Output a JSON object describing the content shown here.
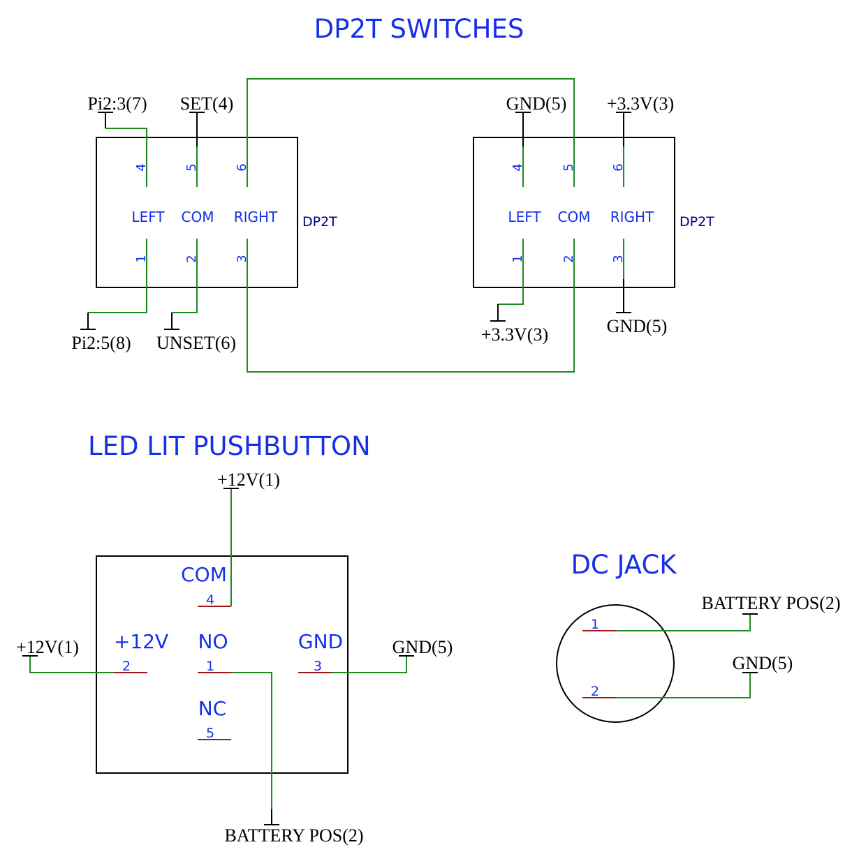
{
  "titles": {
    "dp2t": "DP2T SWITCHES",
    "pushbutton": "LED LIT PUSHBUTTON",
    "dcjack": "DC JACK"
  },
  "dp2t_left": {
    "part_label": "DP2T",
    "pin_labels": {
      "left": "LEFT",
      "com": "COM",
      "right": "RIGHT"
    },
    "pins_top": [
      "4",
      "5",
      "6"
    ],
    "pins_bottom": [
      "1",
      "2",
      "3"
    ],
    "nets": {
      "pin4": "Pi2:3(7)",
      "pin5": "SET(4)",
      "pin1": "Pi2:5(8)",
      "pin2": "UNSET(6)"
    }
  },
  "dp2t_right": {
    "part_label": "DP2T",
    "pin_labels": {
      "left": "LEFT",
      "com": "COM",
      "right": "RIGHT"
    },
    "pins_top": [
      "4",
      "5",
      "6"
    ],
    "pins_bottom": [
      "1",
      "2",
      "3"
    ],
    "nets": {
      "pin4": "GND(5)",
      "pin6": "+3.3V(3)",
      "pin1": "+3.3V(3)",
      "pin3": "GND(5)"
    }
  },
  "pushbutton": {
    "labels": {
      "com": "COM",
      "v12": "+12V",
      "no": "NO",
      "gnd": "GND",
      "nc": "NC"
    },
    "pins": {
      "com": "4",
      "v12": "2",
      "no": "1",
      "gnd": "3",
      "nc": "5"
    },
    "nets": {
      "top": "+12V(1)",
      "left": "+12V(1)",
      "right": "GND(5)",
      "bottom": "BATTERY POS(2)"
    }
  },
  "dcjack": {
    "pins": [
      "1",
      "2"
    ],
    "nets": {
      "pin1": "BATTERY POS(2)",
      "pin2": "GND(5)"
    }
  },
  "colors": {
    "title": "#1530e8",
    "wire": "#1f8a1f",
    "pin": "#a01818",
    "part_label": "#000080"
  }
}
